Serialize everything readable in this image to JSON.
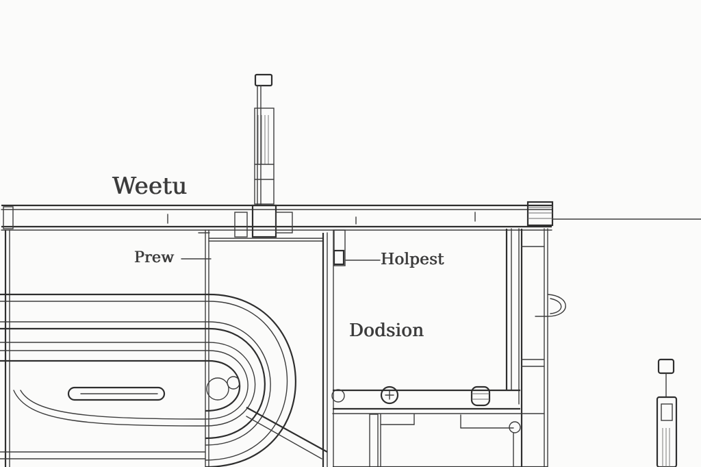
{
  "labels": {
    "top": "Weetu",
    "left": "Prew",
    "right": "Holpest",
    "center": "Dodsion"
  },
  "colors": {
    "ink": "#3c3c3c",
    "paper": "#fbfbfa"
  }
}
